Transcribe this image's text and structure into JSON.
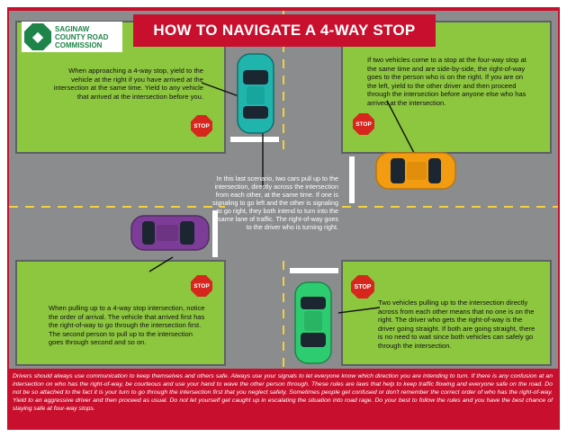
{
  "title": "HOW TO NAVIGATE A 4-WAY STOP",
  "logo": {
    "line1": "SAGINAW",
    "line2": "COUNTY ROAD",
    "line3": "COMMISSION"
  },
  "notes": {
    "top_left": "When approaching a 4-way stop, yield to the vehicle at the right if you have arrived at the intersection at the same time. Yield to any vehicle that arrived at the intersection before you.",
    "top_right": "If two vehicles come to a stop at the four-way stop at the same time and are side-by-side, the right-of-way goes to the person who is on the right. If you are on the left, yield to the other driver and then proceed through the intersection before anyone else who has arrived at the intersection.",
    "center": "In this last scenario, two cars pull up to the intersection, directly across the intersection from each other, at the same time. If one is signaling to go left and the other is signaling to go right, they both intend to turn into the same lane of traffic. The right-of-way goes to the driver who is turning right.",
    "bottom_left": "When pulling up to a 4-way stop intersection, notice the order of arrival. The vehicle that arrived first has the right-of-way to go through the intersection first. The second person to pull up to the intersection goes through second and so on.",
    "bottom_right": "Two vehicles pulling up to the intersection directly across from each other means that no one is on the right. The driver who gets the right-of-way is the driver going straight. If both are going straight, there is no need to wait since both vehicles can safely go through the intersection."
  },
  "sign_label": "STOP",
  "footer": "Drivers should always use communication to keep themselves and others safe. Always use your signals to let everyone know which direction you are intending to turn. If there is any confusion at an intersection on who has the right-of-way, be courteous and use your hand to wave the other person through. These rules are laws that help to keep traffic flowing and everyone safe on the road. Do not be so attached to the fact it is your turn to go through the intersection first that you neglect safety. Sometimes people get confused or don't remember the correct order of who has the right-of-way. Yield to an aggressive driver and then proceed as usual. Do not let yourself get caught up in escalating the situation into road rage. Do your best to follow the rules and you have the best chance of staying safe at four-way stops.",
  "colors": {
    "frame_red": "#c8102e",
    "grass": "#8dc63f",
    "road": "#8a8c8e",
    "car_teal": "#1fb5ad",
    "car_orange": "#f39c12",
    "car_purple": "#7d3c98",
    "car_green": "#2ecc71"
  }
}
